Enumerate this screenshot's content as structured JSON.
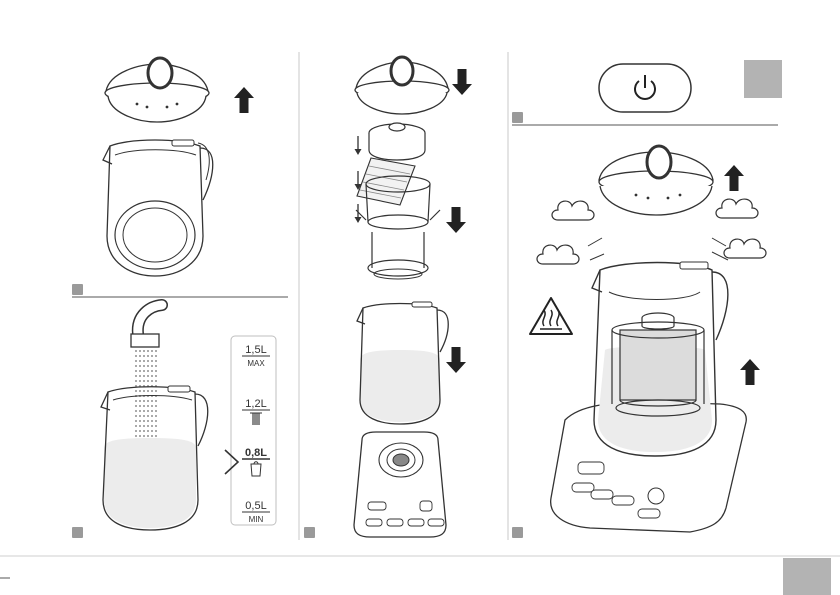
{
  "colors": {
    "line": "#333333",
    "marker": "#9a9a9a",
    "tab": "#b3b3b3",
    "water": "#ececec",
    "basket": "#dcdcdc",
    "divider": "#c8c8c8",
    "base_display": "#f2f2f2"
  },
  "icons": {
    "power": "power-icon",
    "hot_surface": "hot-surface-warning-icon",
    "arrow_up": "arrow-up-icon",
    "arrow_down": "arrow-down-icon",
    "tea_basket": "tea-basket-icon",
    "pointer": "chevron-right-icon"
  },
  "water_scale": {
    "levels": [
      {
        "volume": "1,5L",
        "note": "MAX"
      },
      {
        "volume": "1,2L",
        "note": ""
      },
      {
        "volume": "0,8L",
        "note": ""
      },
      {
        "volume": "0,5L",
        "note": "MIN"
      }
    ],
    "selected_level": "0,8L"
  }
}
